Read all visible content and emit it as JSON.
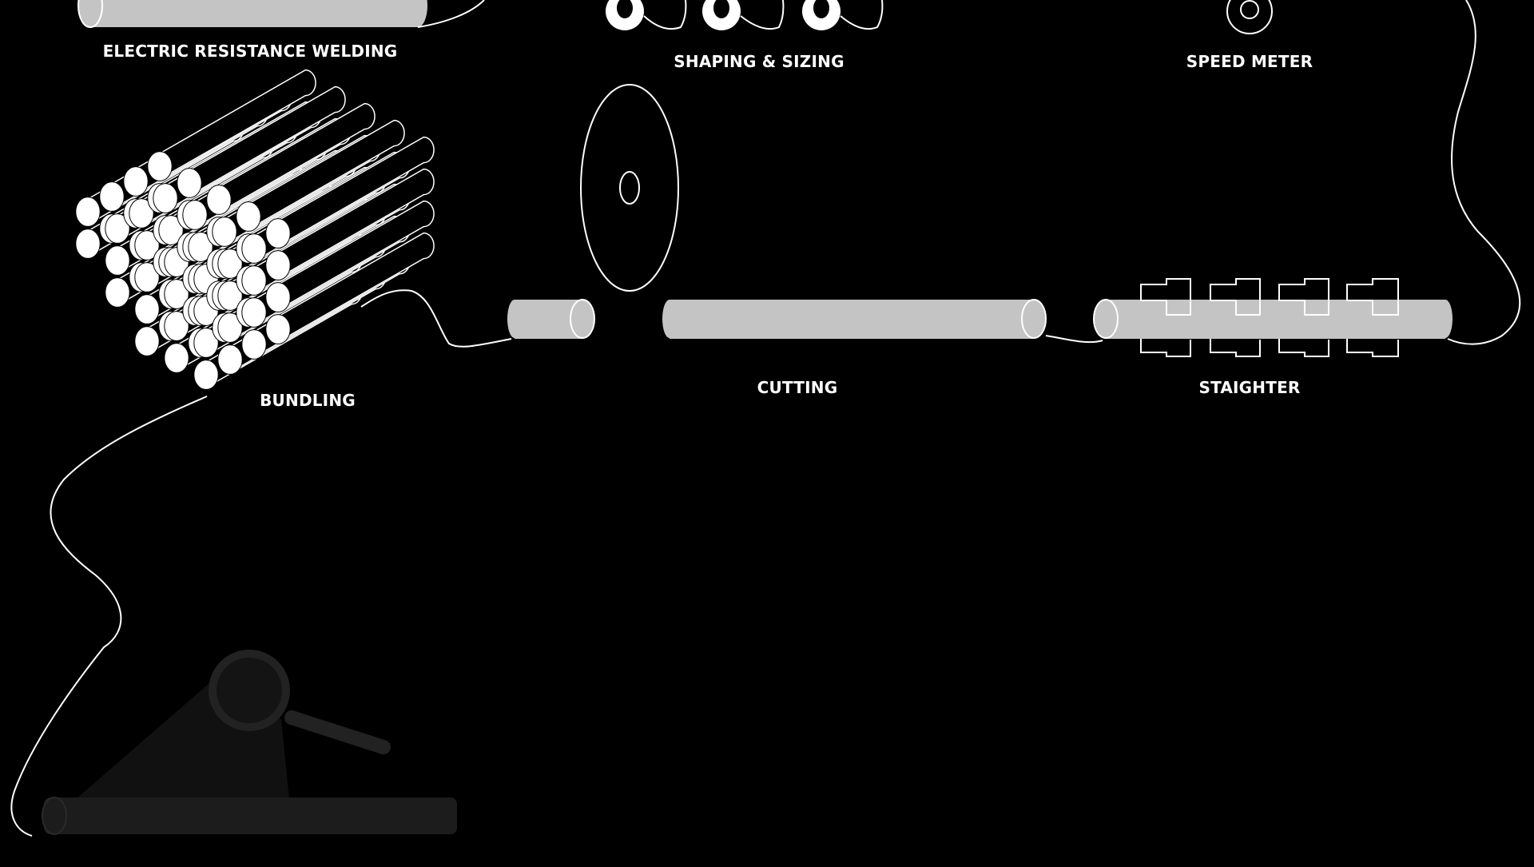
{
  "colors": {
    "background": "#000000",
    "pipe_fill": "#c4c4c4",
    "outline": "#ffffff",
    "faded_pipe": "#1c1c1c",
    "faded_beam": "#111111"
  },
  "stages": {
    "erw": "ELECTRIC RESISTANCE WELDING",
    "shaping": "SHAPING & SIZING",
    "speed_meter": "SPEED METER",
    "bundling": "BUNDLING",
    "cutting": "CUTTING",
    "straightener": "STAIGHTER"
  },
  "icons": {
    "inspection": "magnifier-icon",
    "bundle": "pipe-bundle-icon",
    "saw": "cutting-disc-icon",
    "rollers": "roller-icon",
    "meter": "speed-meter-icon"
  }
}
